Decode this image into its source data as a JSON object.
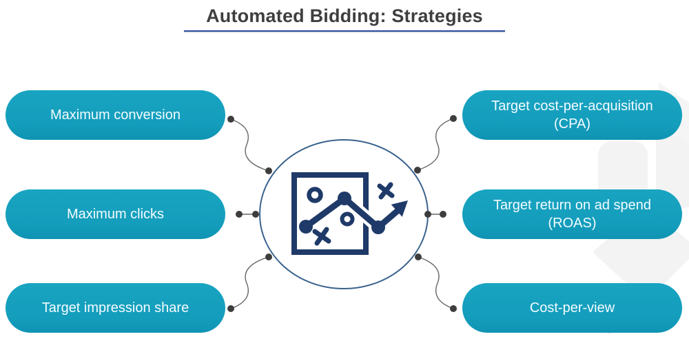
{
  "title": "Automated Bidding: Strategies",
  "pills": {
    "left": [
      {
        "label": "Maximum conversion"
      },
      {
        "label": "Maximum clicks"
      },
      {
        "label": "Target impression share"
      }
    ],
    "right": [
      {
        "label": "Target cost-per-acquisition (CPA)"
      },
      {
        "label": "Target return on ad spend (ROAS)"
      },
      {
        "label": "Cost-per-view"
      }
    ]
  },
  "center_icon": "strategy-plan-icon",
  "colors": {
    "pill_fill": "#149dbc",
    "pill_text": "#ffffff",
    "icon_navy": "#1f3a68",
    "circle_border": "#38618c",
    "connector_line": "#666666",
    "connector_dot": "#3d3d3d",
    "title_text": "#3f3f3f",
    "title_underline": "#2d4fa0",
    "watermark": "#f3f3f3"
  }
}
